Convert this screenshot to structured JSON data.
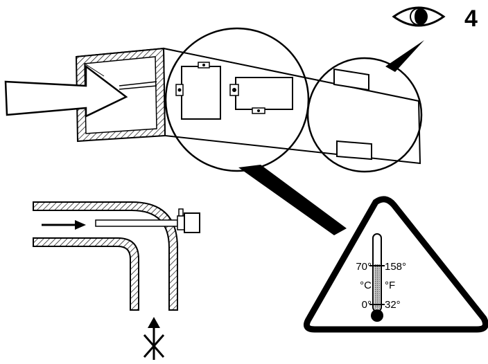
{
  "step_number": "4",
  "icons": {
    "eye": "eye-icon",
    "airflow": "airflow-arrow-icon",
    "warning": "warning-triangle-icon",
    "thermometer": "thermometer-icon",
    "not_allowed": "crossed-arrow-icon"
  },
  "thermometer": {
    "celsius_max": "70°",
    "fahrenheit_max": "158°",
    "celsius_unit": "°C",
    "fahrenheit_unit": "°F",
    "celsius_min": "0°",
    "fahrenheit_min": "32°"
  },
  "colors": {
    "ink": "#000000",
    "paper": "#ffffff",
    "mercury": "#9a9a9a"
  }
}
